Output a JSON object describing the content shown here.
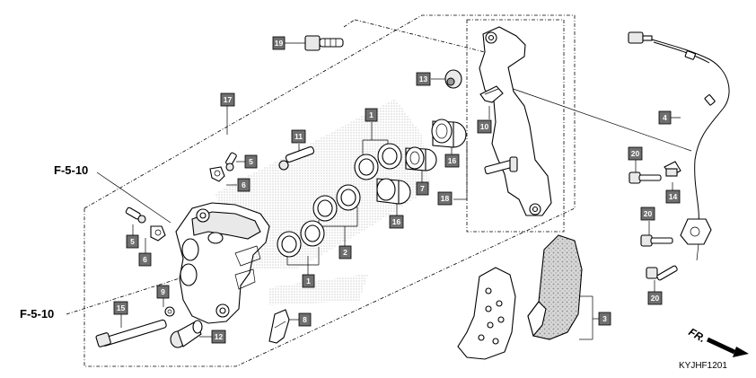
{
  "callouts": {
    "c19": "19",
    "c13": "13",
    "c17": "17",
    "c1_top": "1",
    "c10": "10",
    "c11": "11",
    "c5_a": "5",
    "c6_a": "6",
    "c7": "7",
    "c16_a": "16",
    "c16_b": "16",
    "c18": "18",
    "c2": "2",
    "c5_b": "5",
    "c6_b": "6",
    "c1_bottom": "1",
    "c9": "9",
    "c15": "15",
    "c12": "12",
    "c8": "8",
    "c3": "3",
    "c4": "4",
    "c20_a": "20",
    "c14": "14",
    "c20_b": "20",
    "c20_c": "20"
  },
  "references": {
    "upper": "F-5-10",
    "lower": "F-5-10"
  },
  "diagram_code": "KYJHF1201",
  "front_indicator": "FR."
}
